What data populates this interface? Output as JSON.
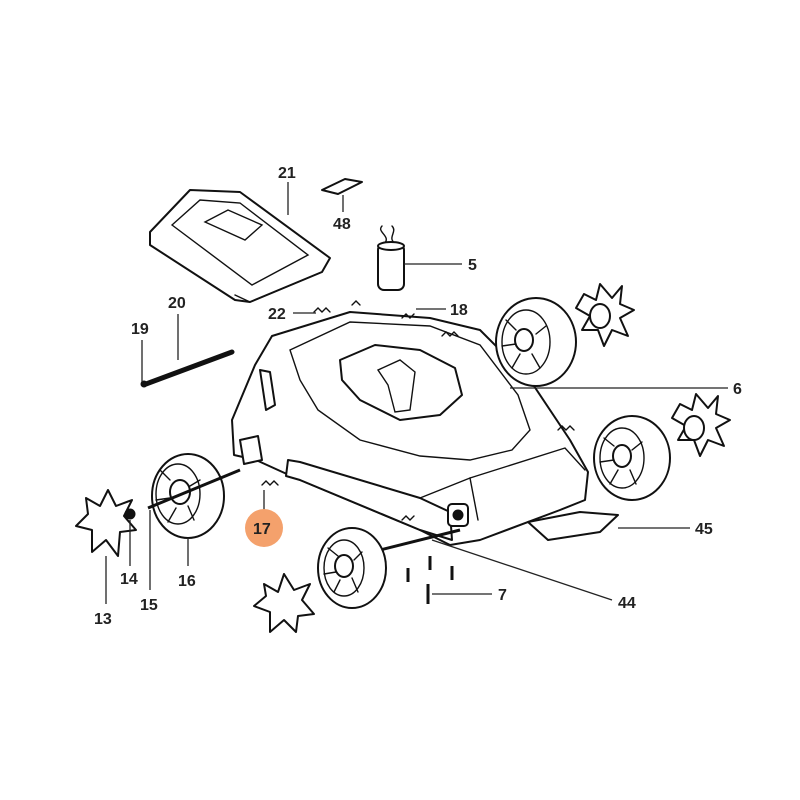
{
  "diagram": {
    "highlight_color": "#f4a16c",
    "line_color": "#222222",
    "labels": {
      "l5": "5",
      "l6": "6",
      "l7": "7",
      "l13": "13",
      "l14": "14",
      "l15": "15",
      "l16": "16",
      "l17": "17",
      "l18": "18",
      "l19": "19",
      "l20": "20",
      "l21": "21",
      "l22": "22",
      "l44": "44",
      "l45": "45",
      "l48": "48"
    },
    "highlighted_label": "17"
  }
}
